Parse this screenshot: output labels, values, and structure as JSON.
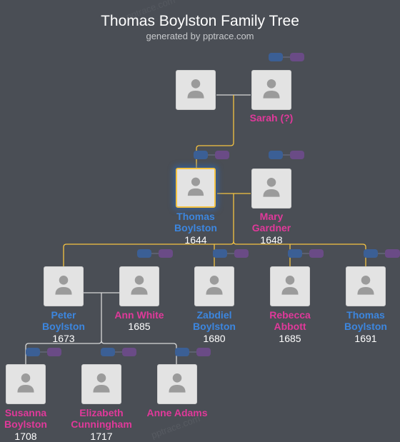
{
  "header": {
    "title": "Thomas Boylston Family Tree",
    "subtitle": "generated by pptrace.com"
  },
  "watermark": "pptrace.com",
  "colors": {
    "background": "#4a4e55",
    "male_name": "#3c86df",
    "female_name": "#e0399a",
    "highlight_link": "#f5c342",
    "link": "#d8d8d8"
  },
  "people": {
    "father_unknown": {
      "name": "",
      "year": ""
    },
    "sarah": {
      "name": "Sarah (?)",
      "year": ""
    },
    "thomas_1644": {
      "name": "Thomas Boylston",
      "year": "1644"
    },
    "mary_gardner": {
      "name": "Mary Gardner",
      "year": "1648"
    },
    "peter": {
      "name": "Peter Boylston",
      "year": "1673"
    },
    "ann_white": {
      "name": "Ann White",
      "year": "1685"
    },
    "zabdiel": {
      "name": "Zabdiel Boylston",
      "year": "1680"
    },
    "rebecca": {
      "name": "Rebecca Abbott",
      "year": "1685"
    },
    "thomas_1691": {
      "name": "Thomas Boylston",
      "year": "1691"
    },
    "susanna": {
      "name": "Susanna Boylston",
      "year": "1708"
    },
    "elizabeth": {
      "name": "Elizabeth Cunningham",
      "year": "1717"
    },
    "anne_adams": {
      "name": "Anne Adams",
      "year": ""
    }
  }
}
